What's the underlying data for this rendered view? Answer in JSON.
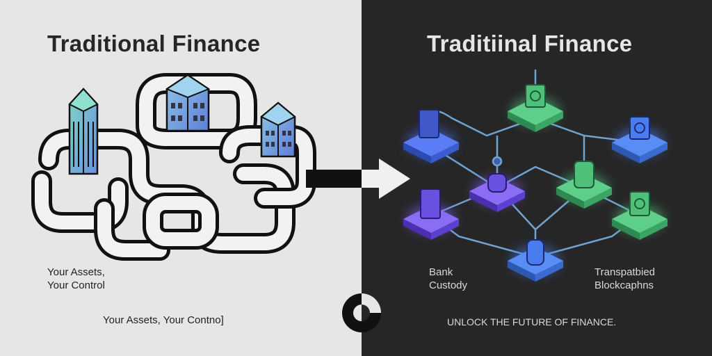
{
  "left": {
    "title": "Traditional Finance",
    "label": "Your Assets, Your Control",
    "caption": "Your Assets, Your Contno]"
  },
  "right": {
    "title": "Traditiinal Finance",
    "label_bank": "Bank Custody",
    "label_blockchain": "Transpatbied Blockcaphns",
    "caption": "UNLOCK THE FUTURE OF FINANCE."
  },
  "icons": [
    "building-icon",
    "arrow-right-icon",
    "document-icon",
    "coin-icon",
    "database-icon",
    "logo-icon"
  ],
  "colors": {
    "left_bg": "#e6e6e6",
    "right_bg": "#262626",
    "node_blue": "#4a7cf0",
    "node_purple": "#7a5cf0",
    "node_green": "#4fc07a",
    "line": "#6fa3d0"
  }
}
